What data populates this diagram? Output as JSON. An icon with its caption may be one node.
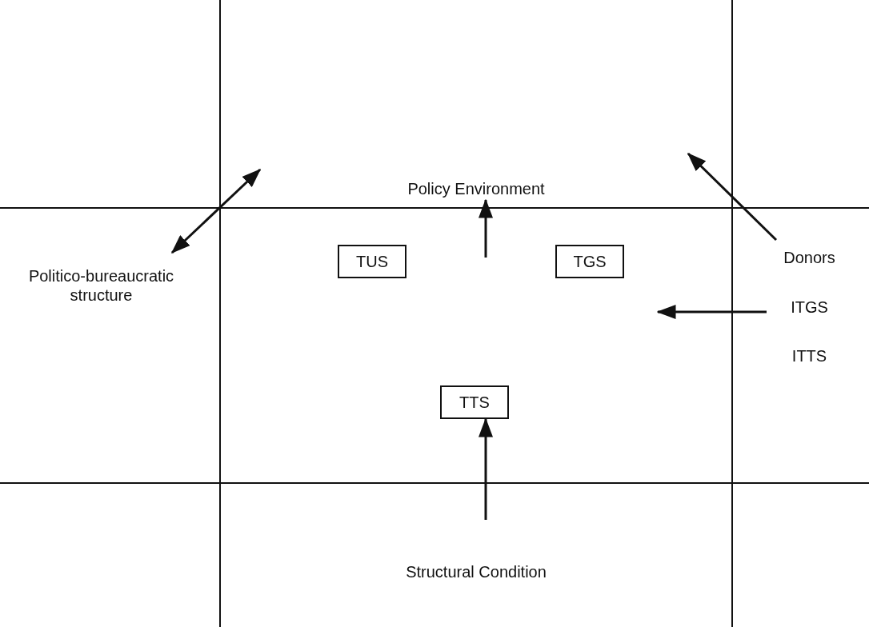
{
  "diagram": {
    "nodes": [
      {
        "text": [
          "Policy Environment"
        ]
      },
      {
        "text": [
          "Politico-bureaucratic structure"
        ]
      },
      {
        "text": [
          "TUS"
        ]
      },
      {
        "text": [
          "TGS"
        ]
      },
      {
        "text": [
          "TTS"
        ]
      },
      {
        "text": [
          "Donors",
          "ITGS",
          "ITTS"
        ]
      },
      {
        "text": [
          "Structural Condition"
        ]
      }
    ],
    "edges": [
      {
        "from": 1,
        "to": null,
        "arrow": "both"
      },
      {
        "from": null,
        "to": 0,
        "arrow": "to"
      },
      {
        "from": 5,
        "to": null,
        "arrow": "to"
      },
      {
        "from": 5,
        "to": null,
        "arrow": "to"
      },
      {
        "from": 6,
        "to": 4,
        "arrow": "to"
      }
    ]
  }
}
